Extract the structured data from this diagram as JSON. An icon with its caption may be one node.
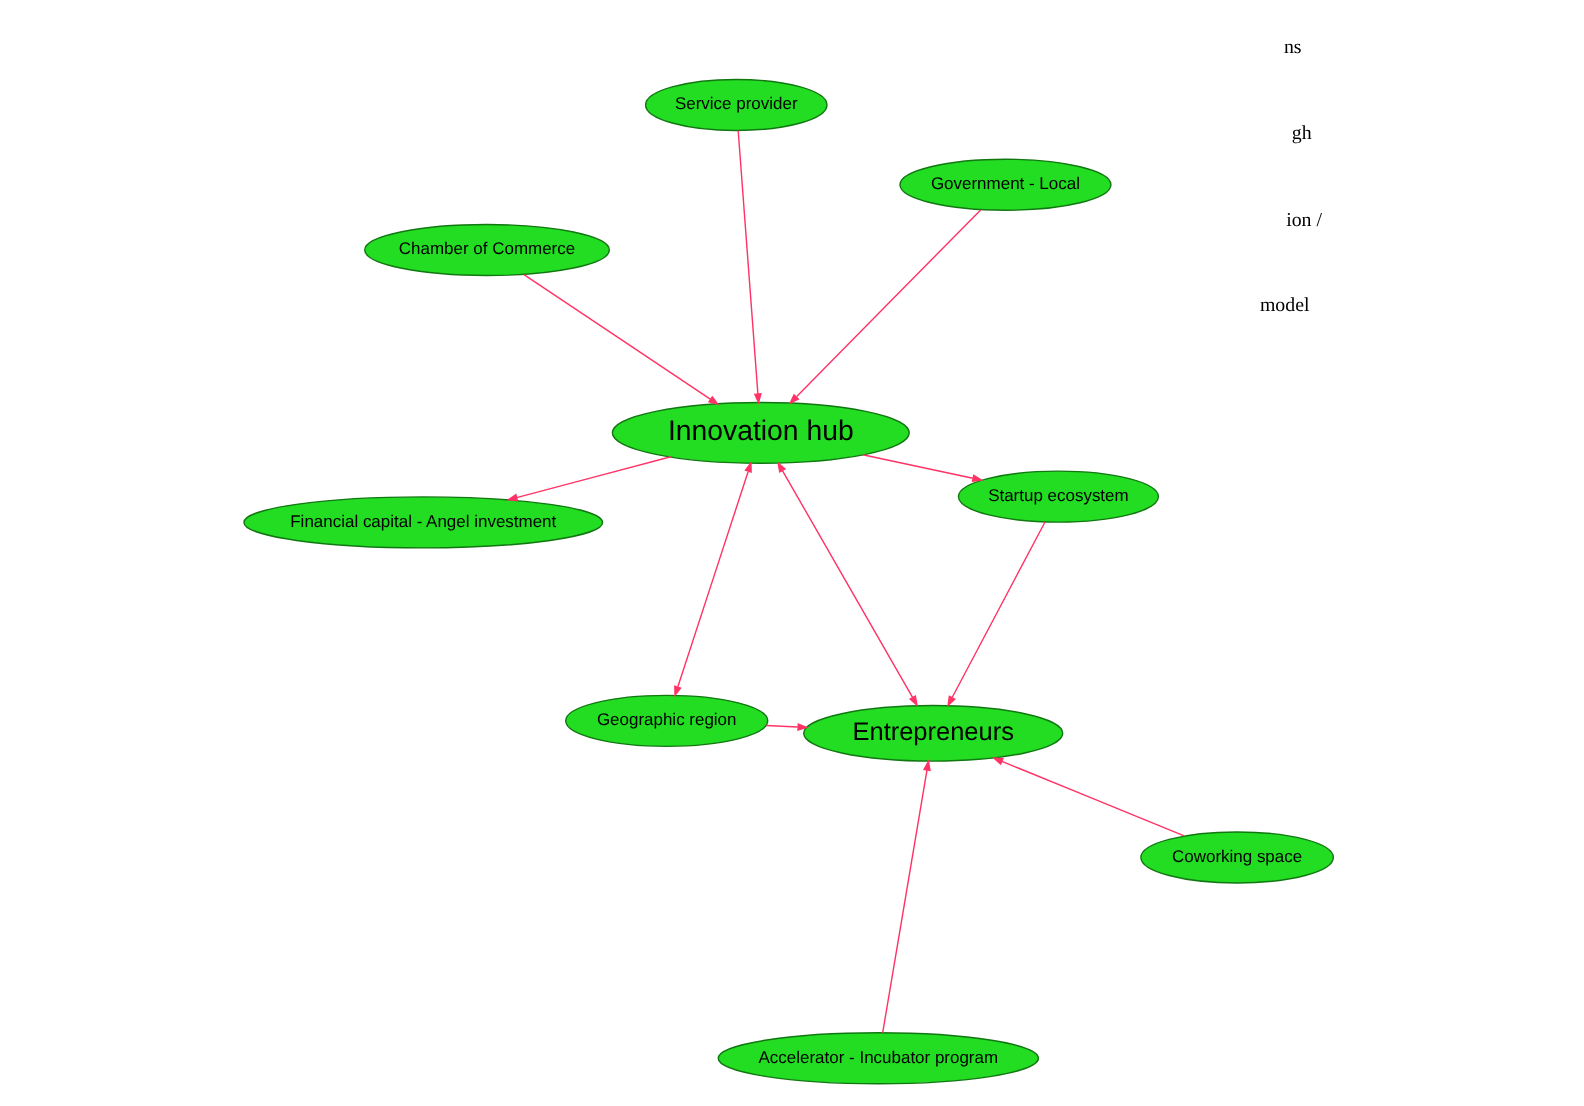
{
  "diagram": {
    "nodes": [
      {
        "text": [
          "Chamber of Commerce"
        ]
      },
      {
        "text": [
          "Government - Local"
        ]
      },
      {
        "text": [
          "Financial capital - Angel investment"
        ]
      },
      {
        "text": [
          "Innovation hub"
        ]
      },
      {
        "text": [
          "Service provider"
        ]
      },
      {
        "text": [
          "Startup ecosystem"
        ]
      },
      {
        "text": [
          "Geographic region"
        ]
      },
      {
        "text": [
          "Entrepreneurs"
        ]
      },
      {
        "text": [
          "Accelerator - Incubator program"
        ]
      },
      {
        "text": [
          "Coworking space"
        ]
      }
    ],
    "edges": [
      {
        "from": 0,
        "to": 3,
        "arrow": "to"
      },
      {
        "from": 1,
        "to": 3,
        "arrow": "to"
      },
      {
        "from": 3,
        "to": 2,
        "arrow": "to"
      },
      {
        "from": 4,
        "to": 3,
        "arrow": "to"
      },
      {
        "from": 3,
        "to": 5,
        "arrow": "to"
      },
      {
        "from": 7,
        "to": 3,
        "arrow": "both"
      },
      {
        "from": 6,
        "to": 3,
        "arrow": "both"
      },
      {
        "from": 5,
        "to": 7,
        "arrow": "to"
      },
      {
        "from": 6,
        "to": 7,
        "arrow": "to"
      },
      {
        "from": 8,
        "to": 7,
        "arrow": "to"
      },
      {
        "from": 9,
        "to": 7,
        "arrow": "to"
      }
    ],
    "labels": [
      "model",
      "ion /",
      "gh",
      "ns"
    ]
  }
}
